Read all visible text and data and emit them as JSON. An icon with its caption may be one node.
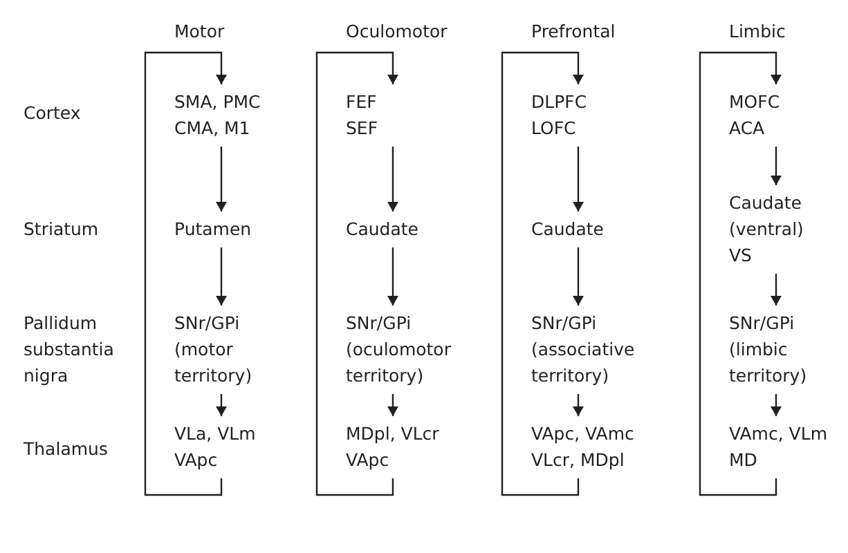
{
  "diagram": {
    "nodes": [
      {
        "text": [
          "SMA, PMC CMA, M1"
        ]
      },
      {
        "text": [
          "Putamen"
        ]
      },
      {
        "text": [
          "SNr/GPi (motor territory)"
        ]
      },
      {
        "text": [
          "VLa, VLm VApc"
        ]
      },
      {
        "text": [
          "FEF SEF"
        ]
      },
      {
        "text": [
          "Caudate"
        ]
      },
      {
        "text": [
          "SNr/GPi (oculomotor territory)"
        ]
      },
      {
        "text": [
          "MDpl, VLcr VApc"
        ]
      },
      {
        "text": [
          "DLPFC LOFC"
        ]
      },
      {
        "text": [
          "Caudate"
        ]
      },
      {
        "text": [
          "SNr/GPi (associative territory)"
        ]
      },
      {
        "text": [
          "VApc, VAmc VLcr, MDpl"
        ]
      },
      {
        "text": [
          "MOFC ACA"
        ]
      },
      {
        "text": [
          "Caudate (ventral) VS"
        ]
      },
      {
        "text": [
          "SNr/GPi (limbic territory)"
        ]
      },
      {
        "text": [
          "VAmc, VLm MD"
        ]
      }
    ],
    "edges": [
      {
        "from": 0,
        "to": 1,
        "arrow": "to"
      },
      {
        "from": 1,
        "to": 2,
        "arrow": "to"
      },
      {
        "from": 2,
        "to": 3,
        "arrow": "to"
      },
      {
        "from": 3,
        "to": 0,
        "arrow": "to"
      },
      {
        "from": 4,
        "to": 5,
        "arrow": "to"
      },
      {
        "from": 5,
        "to": 6,
        "arrow": "to"
      },
      {
        "from": 6,
        "to": 7,
        "arrow": "to"
      },
      {
        "from": 7,
        "to": 4,
        "arrow": "to"
      },
      {
        "from": 8,
        "to": 9,
        "arrow": "to"
      },
      {
        "from": 9,
        "to": 10,
        "arrow": "to"
      },
      {
        "from": 10,
        "to": 11,
        "arrow": "to"
      },
      {
        "from": 11,
        "to": 8,
        "arrow": "to"
      },
      {
        "from": 12,
        "to": 13,
        "arrow": "to"
      },
      {
        "from": 13,
        "to": 14,
        "arrow": "to"
      },
      {
        "from": 14,
        "to": 15,
        "arrow": "to"
      },
      {
        "from": 15,
        "to": 12,
        "arrow": "to"
      }
    ],
    "labels": [
      "Motor",
      "Oculomotor",
      "Prefrontal",
      "Limbic",
      "Cortex",
      "Striatum",
      "Pallidum substantia nigra",
      "Thalamus"
    ]
  }
}
